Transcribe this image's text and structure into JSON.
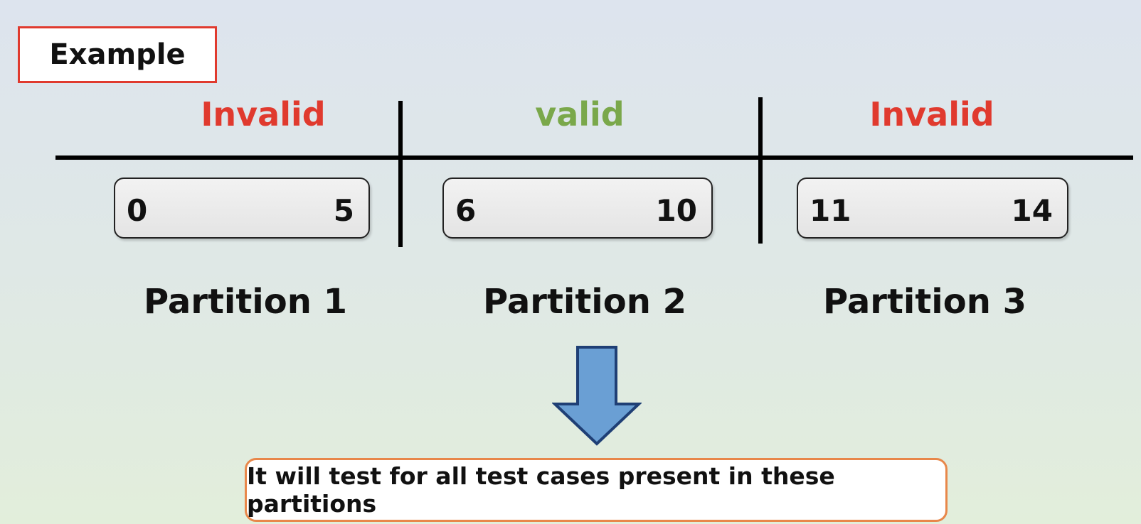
{
  "example_label": "Example",
  "columns": [
    {
      "status": "Invalid",
      "status_color": "#e03a2e",
      "range_low": "0",
      "range_high": "5",
      "partition": "Partition 1"
    },
    {
      "status": "valid",
      "status_color": "#7aa84a",
      "range_low": "6",
      "range_high": "10",
      "partition": "Partition 2"
    },
    {
      "status": "Invalid",
      "status_color": "#e03a2e",
      "range_low": "11",
      "range_high": "14",
      "partition": "Partition 3"
    }
  ],
  "arrow_icon": "down-arrow-icon",
  "arrow_color": "#6a9fd4",
  "note": "It will test for all test cases present in these partitions"
}
